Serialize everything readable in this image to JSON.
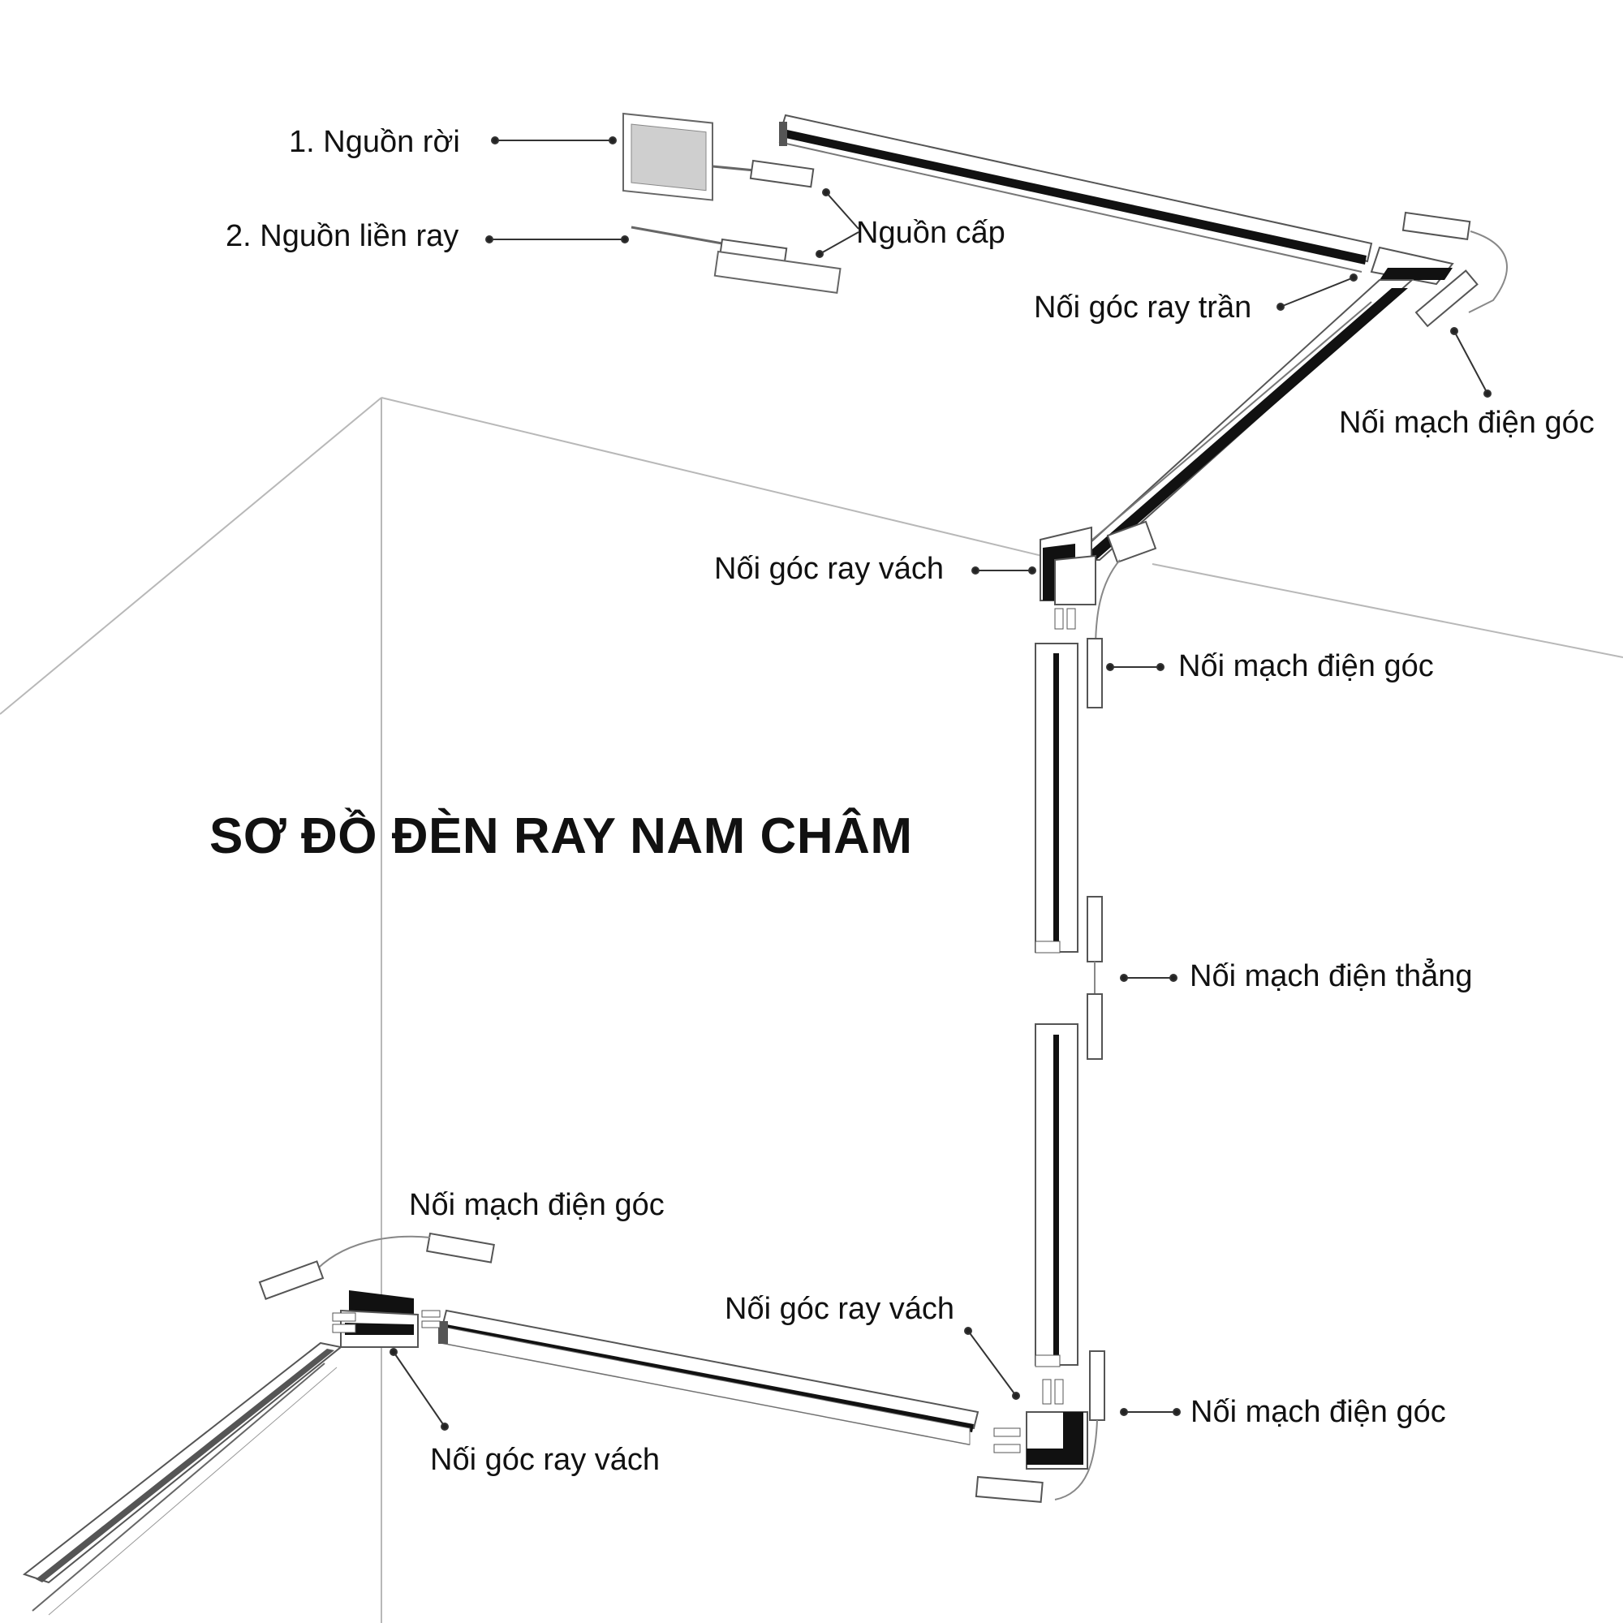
{
  "title": "SƠ ĐỒ ĐÈN RAY NAM CHÂM",
  "labels": {
    "nguon_roi": "1. Nguồn rời",
    "nguon_lien_ray": "2. Nguồn liền ray",
    "nguon_cap": "Nguồn cấp",
    "noi_goc_ray_tran": "Nối góc ray trần",
    "noi_mach_dien_goc_top": "Nối mạch điện góc",
    "noi_goc_ray_vach_top": "Nối góc ray vách",
    "noi_mach_dien_goc_mid": "Nối mạch điện góc",
    "noi_mach_dien_thang": "Nối mạch điện thẳng",
    "noi_mach_dien_goc_left": "Nối mạch điện góc",
    "noi_goc_ray_vach_bottom": "Nối góc ray vách",
    "noi_mach_dien_goc_bottom": "Nối mạch điện góc",
    "noi_goc_ray_vach_left": "Nối góc ray vách"
  },
  "colors": {
    "line": "#9a9a9a",
    "rail_dark": "#111111",
    "leader": "#333333",
    "text": "#111111"
  }
}
